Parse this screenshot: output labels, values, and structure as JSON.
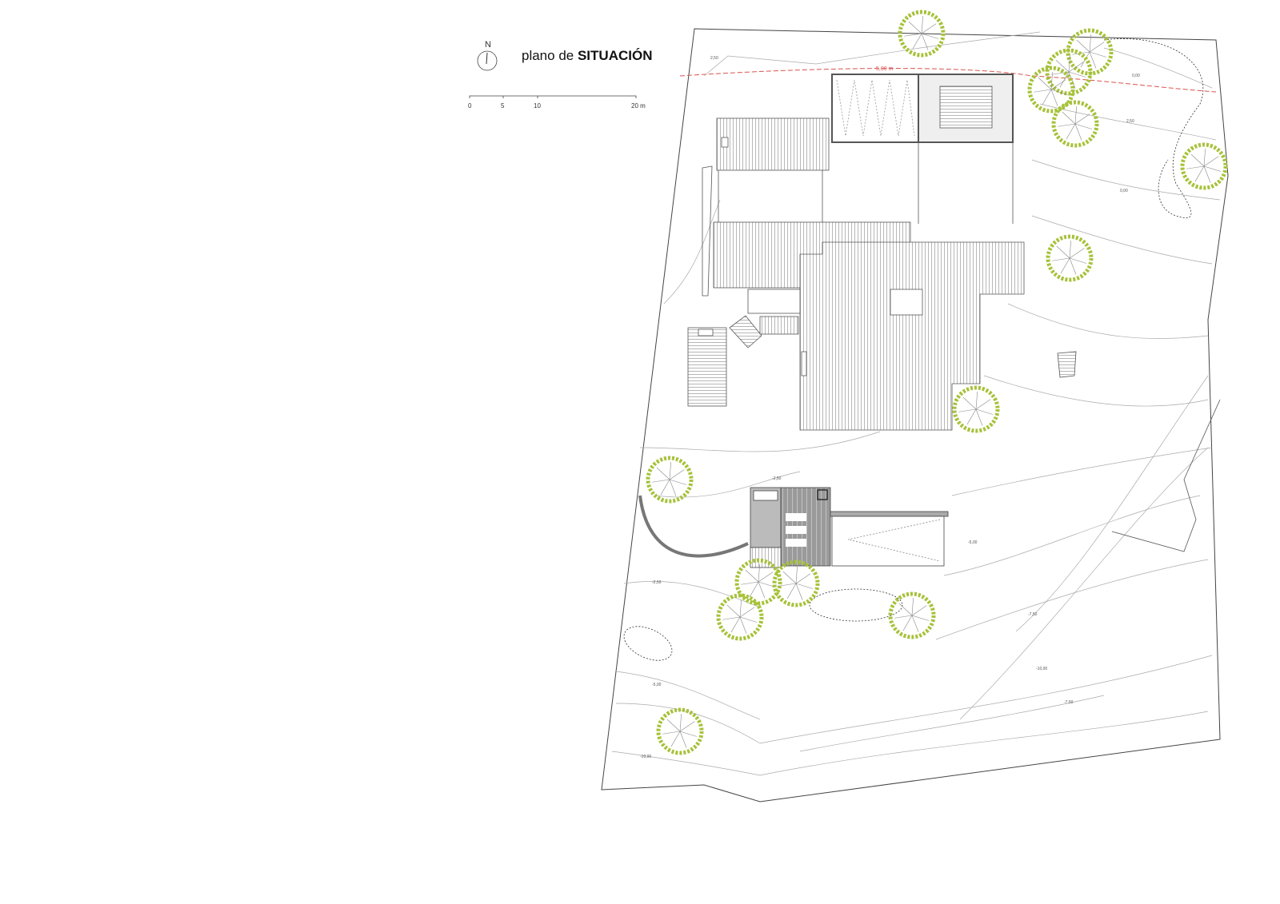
{
  "title": {
    "prefix": "plano de",
    "emphasis": "SITUACIÓN"
  },
  "north_label": "N",
  "scale_bar": {
    "labels": [
      "0",
      "5",
      "10",
      "20 m"
    ]
  },
  "annotations": {
    "setback": "5,00 m",
    "contours": [
      "2,50",
      "0,00",
      "2,50",
      "0,00",
      "-2,50",
      "-5,00",
      "-7,50",
      "-10,00",
      "-2,50",
      "-5,00",
      "-7,50",
      "-10,00"
    ]
  },
  "colors": {
    "tree": "#a6c23a",
    "setback_line": "#d9534f",
    "roof": "#9a9a9a",
    "line": "#555555"
  }
}
